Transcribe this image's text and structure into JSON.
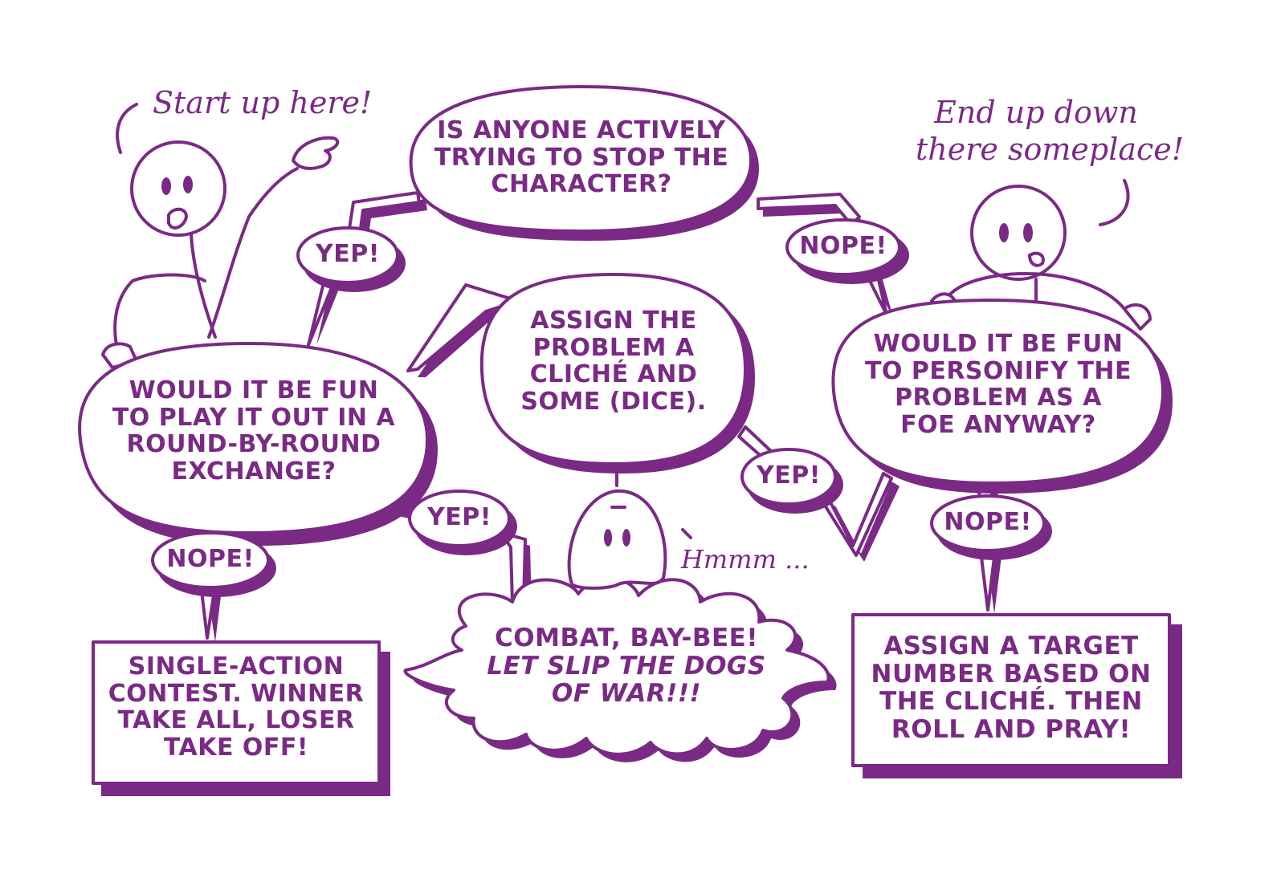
{
  "colors": {
    "ink": "#7a2a85",
    "shadow": "#8a3491",
    "paper": "#ffffff"
  },
  "captions": {
    "start": "Start up here!",
    "end_1": "End up down",
    "end_2": "there someplace!",
    "hmm": "Hmmm ..."
  },
  "nodes": {
    "q_stop": [
      "IS ANYONE ACTIVELY",
      "TRYING TO STOP THE",
      "CHARACTER?"
    ],
    "q_round": [
      "WOULD IT BE FUN",
      "TO PLAY IT OUT IN A",
      "ROUND-BY-ROUND",
      "EXCHANGE?"
    ],
    "assign_cliche": [
      "ASSIGN THE",
      "PROBLEM A",
      "CLICHÉ AND",
      "SOME (DICE)."
    ],
    "q_personify": [
      "WOULD IT BE FUN",
      "TO PERSONIFY THE",
      "PROBLEM AS A",
      "FOE ANYWAY?"
    ],
    "single_action": [
      "SINGLE-ACTION",
      "CONTEST. WINNER",
      "TAKE ALL, LOSER",
      "TAKE OFF!"
    ],
    "combat": [
      "COMBAT, BAY-BEE!",
      "LET SLIP THE DOGS",
      "OF WAR!!!"
    ],
    "target_number": [
      "ASSIGN A TARGET",
      "NUMBER BASED ON",
      "THE CLICHÉ. THEN",
      "ROLL AND PRAY!"
    ]
  },
  "edges": {
    "yep_1": "YEP!",
    "nope_1": "NOPE!",
    "yep_2": "YEP!",
    "nope_2": "NOPE!",
    "yep_3": "YEP!",
    "nope_3": "NOPE!"
  }
}
